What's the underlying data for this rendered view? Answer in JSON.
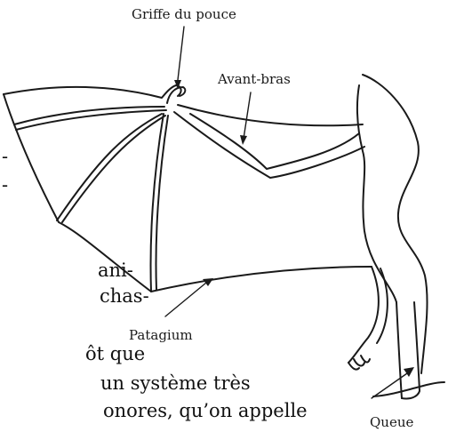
{
  "diagram": {
    "labels": {
      "thumb_claw": "Griffe du pouce",
      "forearm": "Avant-bras",
      "patagium": "Patagium",
      "tail": "Queue"
    },
    "text_fragments": {
      "line1": "-",
      "line2": "-",
      "line3": "ani-",
      "line4": "chas-",
      "line5": "ôt que",
      "line6": "un système très",
      "line7": "onores, qu’on appelle"
    }
  }
}
